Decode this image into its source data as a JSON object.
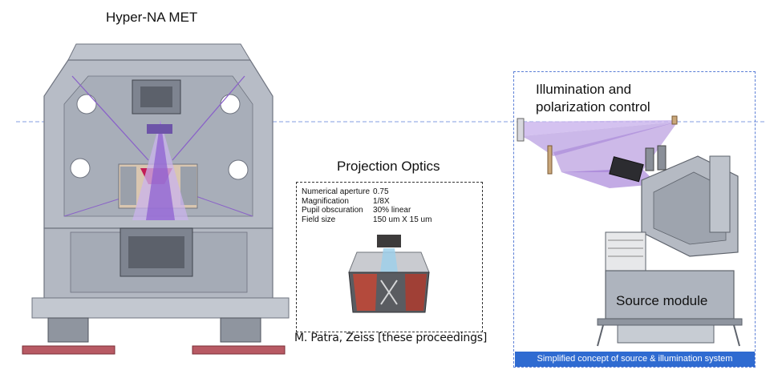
{
  "left": {
    "title": "Hyper-NA MET"
  },
  "projection": {
    "title": "Projection Optics",
    "specs": [
      {
        "label": "Numerical aperture",
        "value": "0.75"
      },
      {
        "label": "Magnification",
        "value": "1/8X"
      },
      {
        "label": "Pupil obscuration",
        "value": "30% linear"
      },
      {
        "label": "Field size",
        "value": "150 um X 15 um"
      }
    ],
    "citation": "M. Patra, Zeiss [these proceedings]"
  },
  "illumination": {
    "title_line1": "Illumination and",
    "title_line2": "polarization control",
    "source_label": "Source module",
    "caption": "Simplified concept of source & illumination system"
  },
  "colors": {
    "machine": "#b7bcc6",
    "machine_dark": "#6f7480",
    "beam": "#8a5bd0",
    "beam_light": "#c9b3ec",
    "box_border": "#5b7fd6",
    "caption_bg": "#2f6bd1"
  }
}
